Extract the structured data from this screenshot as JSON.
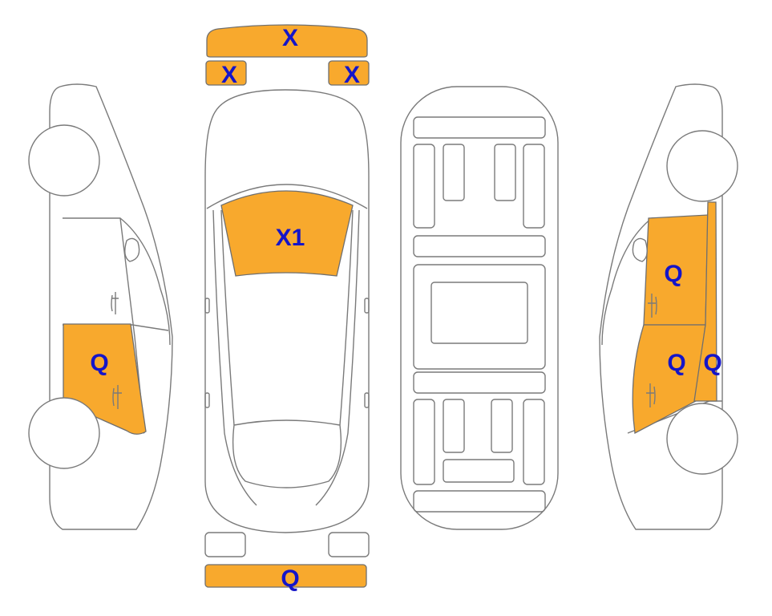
{
  "colors": {
    "damage": "#F8A92D",
    "label": "#1515C8",
    "outline": "#7a7a7a"
  },
  "labels": {
    "roof": "X",
    "roof_left": "X",
    "roof_right": "X",
    "windshield": "X1",
    "left_door": "Q",
    "right_front_door": "Q",
    "right_rear_door": "Q",
    "right_pillar": "Q",
    "rear_bumper": "Q"
  }
}
